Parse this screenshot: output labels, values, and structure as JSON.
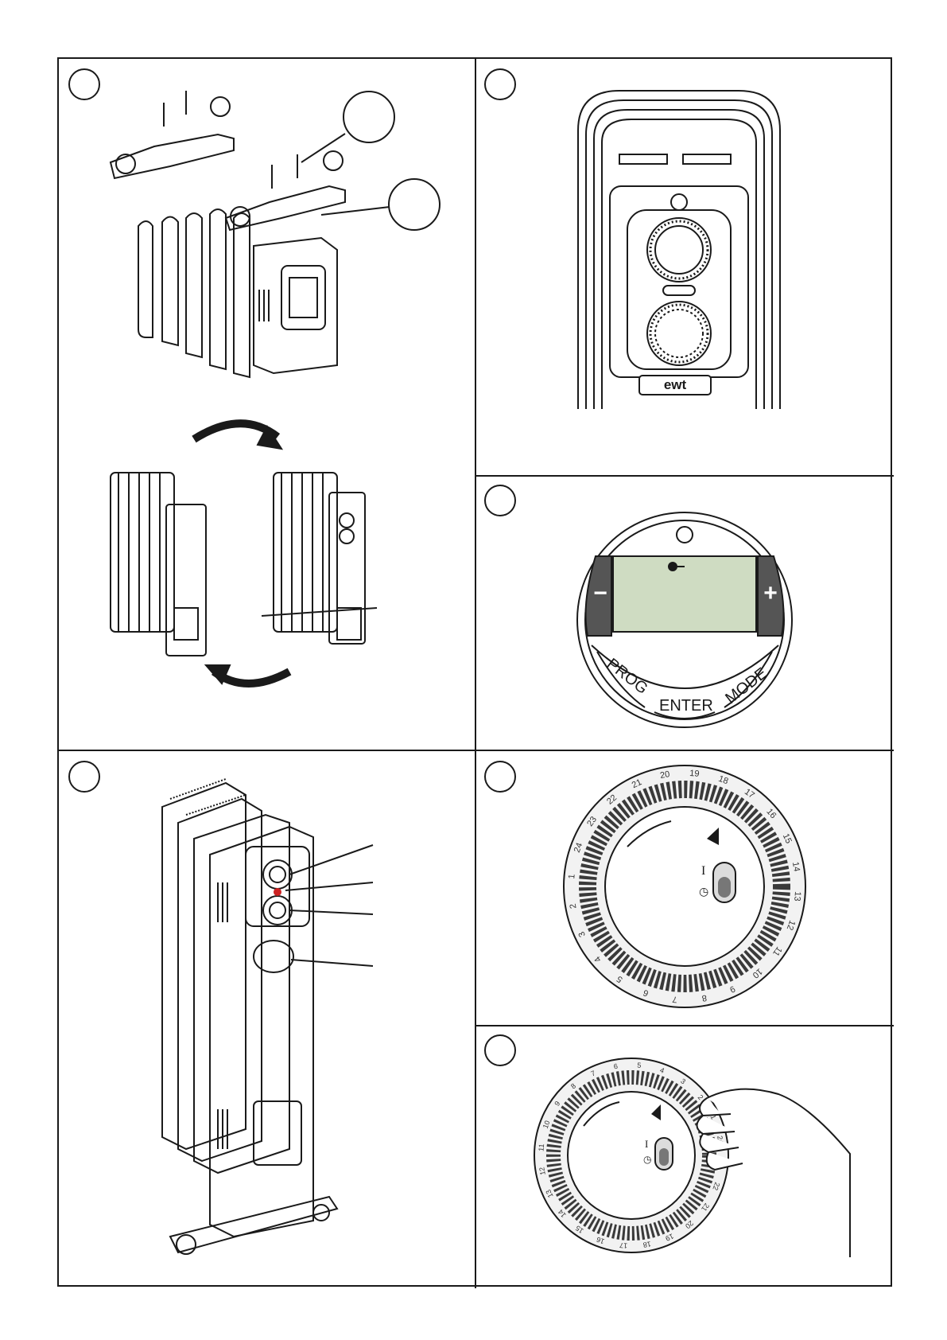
{
  "panels": {
    "p2": {
      "brand_label": "ewt"
    },
    "p3": {
      "minus_label": "−",
      "plus_label": "+",
      "prog_label": "PROG",
      "enter_label": "ENTER",
      "mode_label": "MODE"
    },
    "p5": {
      "hour_labels": [
        "20",
        "19",
        "18",
        "17",
        "16",
        "15",
        "14",
        "13",
        "12",
        "11",
        "10",
        "9",
        "8",
        "7",
        "6",
        "5",
        "4",
        "3",
        "2",
        "1",
        "24",
        "23",
        "22",
        "21"
      ],
      "switch_on_label": "I",
      "switch_timer_glyph": "◷"
    },
    "p6": {
      "hour_labels": [
        "6",
        "5",
        "4",
        "3",
        "2",
        "1",
        "24",
        "23",
        "22",
        "21",
        "20",
        "19",
        "18",
        "17",
        "16",
        "15",
        "14",
        "13",
        "12",
        "11",
        "10",
        "9",
        "8",
        "7"
      ],
      "switch_on_label": "I",
      "switch_timer_glyph": "◷"
    }
  },
  "colors": {
    "line": "#1a1a1a",
    "lcd": "#cfdcc2",
    "button_dark": "#555555",
    "dial_ring": "#3a3a3a",
    "red_guide": "#cc2222"
  }
}
